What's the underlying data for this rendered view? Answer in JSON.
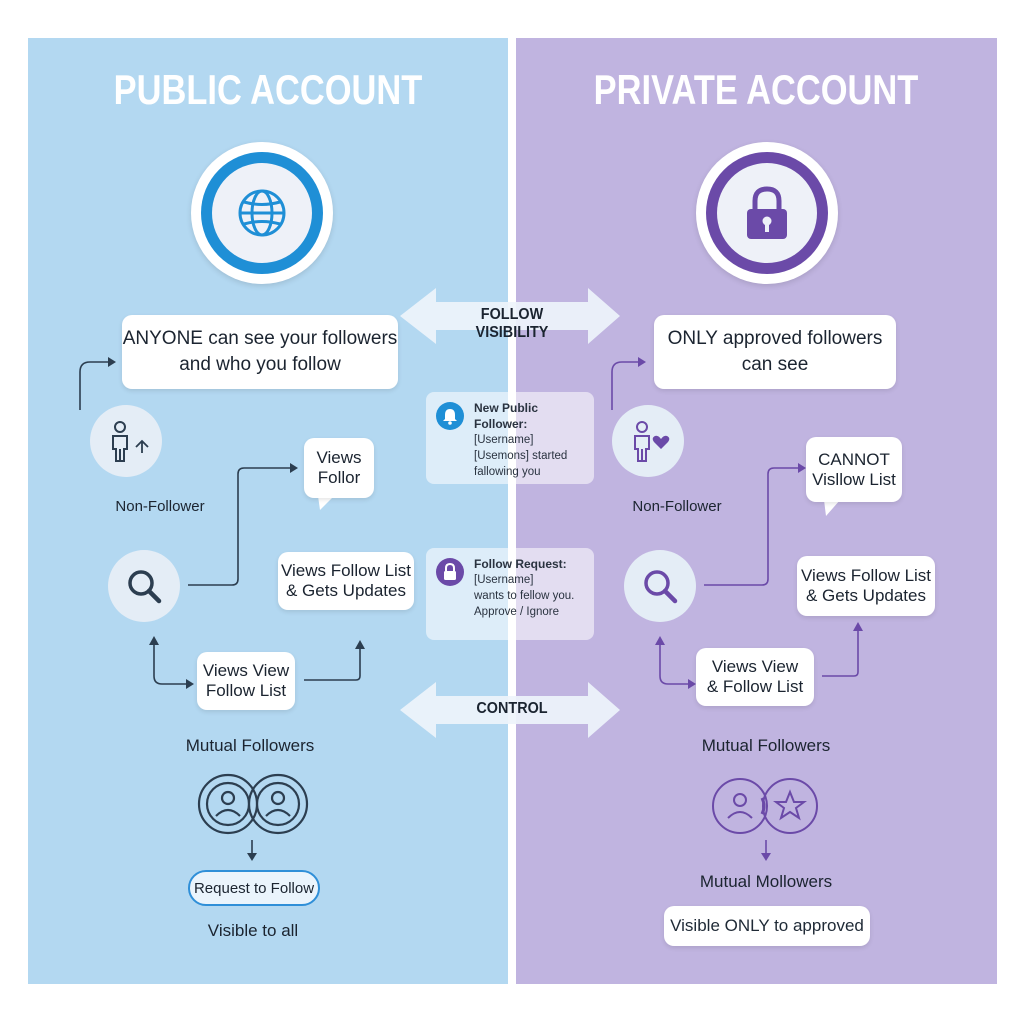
{
  "public": {
    "title": "PUBLIC ACCOUNT",
    "main_card": [
      "ANYONE can see your followers",
      "and who you follow"
    ],
    "non_follower_label": "Non-Follower",
    "views_follor": [
      "Views",
      "Follor"
    ],
    "views_follow_list_updates": [
      "Views Follow List",
      "& Gets Updates"
    ],
    "views_view_follow_list": [
      "Views View",
      "Follow List"
    ],
    "mutual_followers_label": "Mutual Followers",
    "request_button": "Request to Follow",
    "visibility_footer": "Visible to all"
  },
  "private": {
    "title": "PRIVATE ACCOUNT",
    "main_card": [
      "ONLY approved followers",
      "can see"
    ],
    "non_follower_label": "Non-Follower",
    "cannot_card": [
      "CANNOT",
      "Visllow List"
    ],
    "views_follow_list_updates": [
      "Views Follow List",
      "& Gets Updates"
    ],
    "views_view_follow_list": [
      "Views View",
      "& Follow List"
    ],
    "mutual_followers_label": "Mutual Followers",
    "mutual_mollowers_label": "Mutual Mollowers",
    "visibility_footer": "Visible ONLY to approved"
  },
  "center": {
    "follow_visibility_label": "FOLLOW VISIBILITY",
    "control_label": "CONTROL",
    "notification_public": {
      "title": "New Public Follower:",
      "lines": [
        "[Username]",
        "[Usemons] started",
        "fallowing you"
      ]
    },
    "notification_private": {
      "title": "Follow Request:",
      "lines": [
        "[Username]",
        "wants to fellow you.",
        "Approve / Ignore"
      ]
    }
  },
  "colors": {
    "public_bg": "#b3d8f1",
    "private_bg": "#c0b4e0",
    "public_accent": "#1f8fd6",
    "private_accent": "#6b4aa8",
    "line_dark": "#2c3e50",
    "line_purple": "#6b4aa8"
  },
  "icons": {
    "public_main": "globe-icon",
    "private_main": "lock-icon",
    "search": "magnifier-icon",
    "person": "person-icon",
    "notification_public": "bell-icon",
    "notification_private": "lock-icon"
  }
}
